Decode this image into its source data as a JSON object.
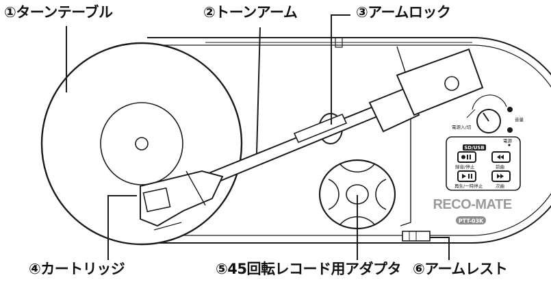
{
  "callouts": {
    "turntable": "①ターンテーブル",
    "tonearm": "②トーンアーム",
    "arm_lock": "③アームロック",
    "cartridge": "④カートリッジ",
    "adapter": "⑤45回転レコード用アダプタ",
    "arm_rest": "⑥アームレスト"
  },
  "panel": {
    "power_switch": "電源入/切",
    "volume": "音量",
    "power_indicator": "電源",
    "media_badge": "SD/USB",
    "record_stop": "録音/停止",
    "prev": "前曲",
    "play_pause": "再生/一時停止",
    "next": "次曲"
  },
  "brand": {
    "logo": "RECO-MATE",
    "model": "PTT-03K"
  },
  "colors": {
    "line": "#1a1a1a",
    "fill": "#ffffff",
    "label_fill": "#6e6e6e",
    "logo_gray": "#9a9a9a"
  }
}
